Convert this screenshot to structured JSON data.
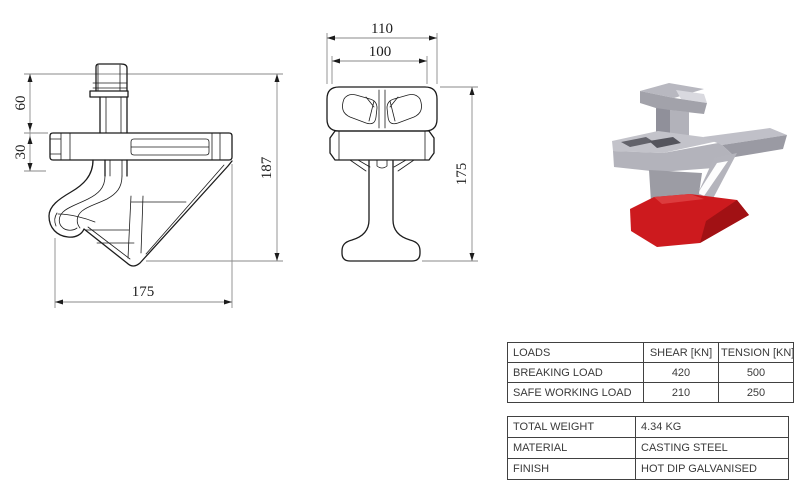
{
  "front_view": {
    "dim_upper": "60",
    "dim_lower": "30",
    "dim_total_height": "187",
    "dim_width": "175"
  },
  "side_view": {
    "dim_outer_width": "110",
    "dim_inner_width": "100",
    "dim_height": "175"
  },
  "loads_table": {
    "col_loads": "LOADS",
    "col_shear": "SHEAR [KN]",
    "col_tension": "TENSION [KN]",
    "rows": [
      {
        "label": "BREAKING LOAD",
        "shear": "420",
        "tension": "500"
      },
      {
        "label": "SAFE WORKING LOAD",
        "shear": "210",
        "tension": "250"
      }
    ]
  },
  "spec_table": {
    "rows": [
      {
        "label": "TOTAL WEIGHT",
        "value": "4.34 KG"
      },
      {
        "label": "MATERIAL",
        "value": "CASTING STEEL"
      },
      {
        "label": "FINISH",
        "value": "HOT DIP GALVANISED"
      }
    ]
  },
  "render": {
    "body_color": "#b3b3bb",
    "accent_color": "#cd1a1e"
  }
}
